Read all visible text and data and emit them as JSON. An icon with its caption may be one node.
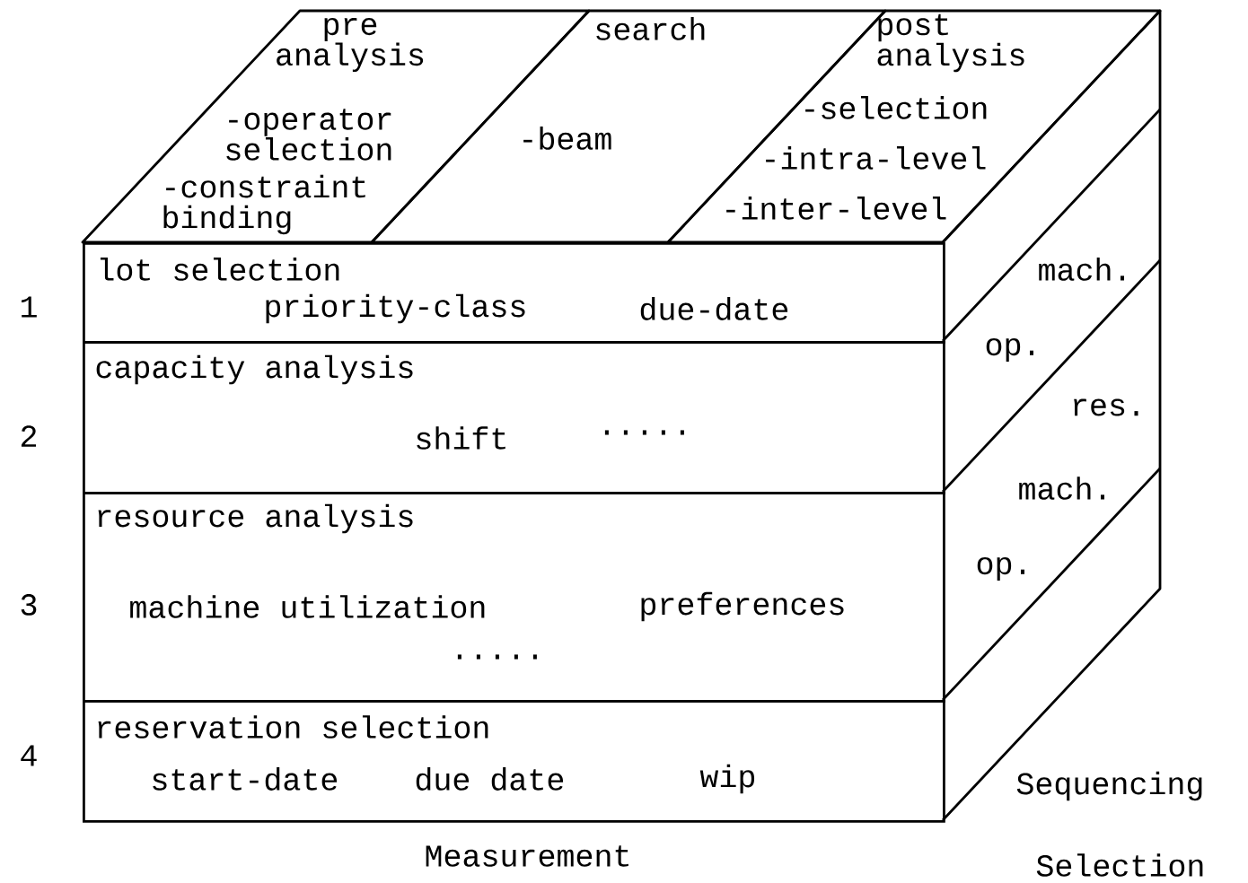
{
  "diagram": {
    "nodes": [
      {
        "text": [
          "pre analysis",
          "-operator selection",
          "-constraint binding"
        ]
      },
      {
        "text": [
          "search",
          "-beam"
        ]
      },
      {
        "text": [
          "post analysis",
          "-selection",
          "-intra-level",
          "-inter-level"
        ]
      },
      {
        "text": [
          "lot selection",
          "priority-class",
          "due-date"
        ]
      },
      {
        "text": [
          "capacity analysis",
          "shift",
          "....."
        ]
      },
      {
        "text": [
          "resource analysis",
          "machine utilization",
          "preferences",
          "....."
        ]
      },
      {
        "text": [
          "reservation selection",
          "start-date",
          "due date",
          "wip"
        ]
      }
    ],
    "labels": [
      "1",
      "mach.",
      "op.",
      "2",
      "res.",
      "mach.",
      "3",
      "op.",
      "4",
      "Sequencing",
      "Measurement",
      "Selection"
    ]
  }
}
